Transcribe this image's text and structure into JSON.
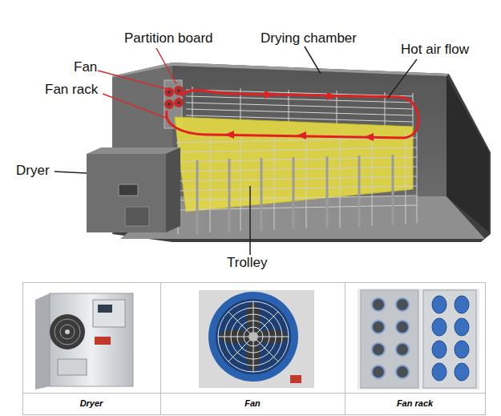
{
  "diagram": {
    "labels": [
      "Partition board",
      "Drying chamber",
      "Hot air flow",
      "Fan",
      "Fan rack",
      "Dryer",
      "Trolley",
      "Dryer",
      "Fan",
      "Fan rack"
    ]
  }
}
